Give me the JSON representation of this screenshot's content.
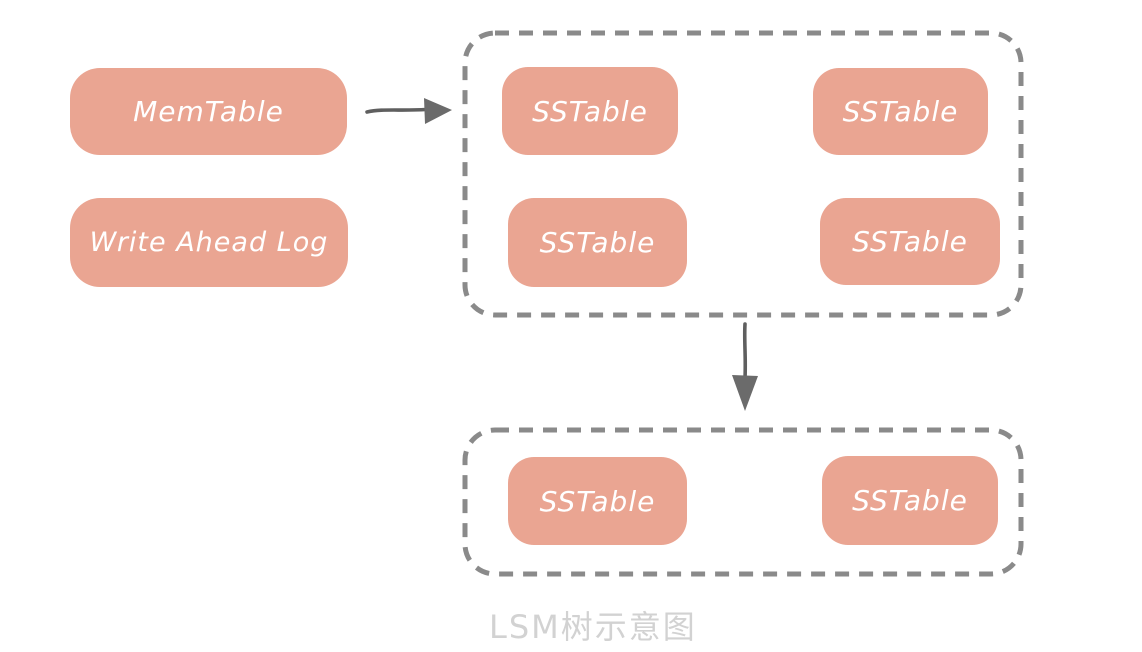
{
  "diagram": {
    "caption": "LSM树示意图",
    "nodes": {
      "memtable": {
        "label": "MemTable"
      },
      "write_ahead_log": {
        "label": "Write Ahead Log"
      }
    },
    "levels": [
      {
        "name": "sstable-group-top",
        "sstables": [
          {
            "label": "SSTable"
          },
          {
            "label": "SSTable"
          },
          {
            "label": "SSTable"
          },
          {
            "label": "SSTable"
          }
        ]
      },
      {
        "name": "sstable-group-bottom",
        "sstables": [
          {
            "label": "SSTable"
          },
          {
            "label": "SSTable"
          }
        ]
      }
    ],
    "arrows": [
      {
        "name": "arrow-right",
        "direction": "right"
      },
      {
        "name": "arrow-down",
        "direction": "down"
      }
    ],
    "colors": {
      "node_fill": "#eaa592",
      "node_text": "#ffffff",
      "dashed_border": "#8a8a8a",
      "arrow": "#636363",
      "caption_text": "#d2d2d2",
      "background": "#ffffff"
    }
  }
}
